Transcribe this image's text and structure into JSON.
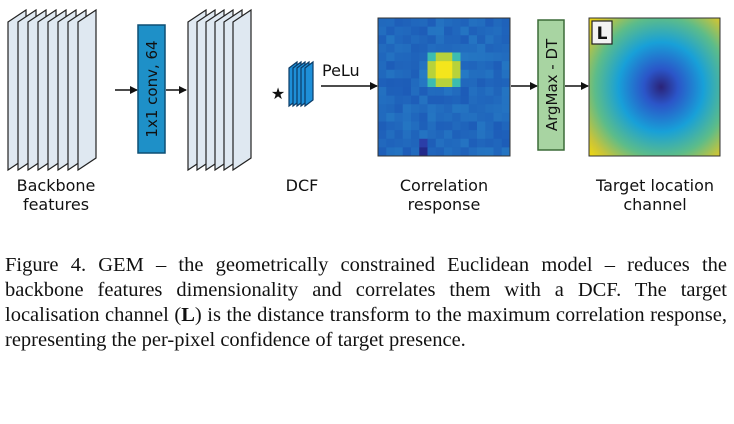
{
  "diagram": {
    "backbone_label_1": "Backbone",
    "backbone_label_2": "features",
    "conv_label": "1x1 conv, 64",
    "operator_symbol": "★",
    "dcf_label": "DCF",
    "pelu_label": "PeLu",
    "correlation_label_1": "Correlation",
    "correlation_label_2": "response",
    "argmax_label": "ArgMax - DT",
    "target_label_1": "Target location",
    "target_label_2": "channel",
    "l_badge": "L"
  },
  "caption": {
    "part1": "Figure 4. GEM – the geometrically constrained Euclidean model – reduces the backbone features dimensionality and correlates them with a DCF. The target localisation channel (",
    "bold": "L",
    "part2": ") is the distance transform to the maximum correlation response, representing the per-pixel confidence of target presence."
  },
  "colors": {
    "feature_fill": "#dfe8f1",
    "conv_box": "#1e90c8",
    "argmax_box": "#a8d4a2",
    "dcf_fill": "#1e8fd8"
  }
}
